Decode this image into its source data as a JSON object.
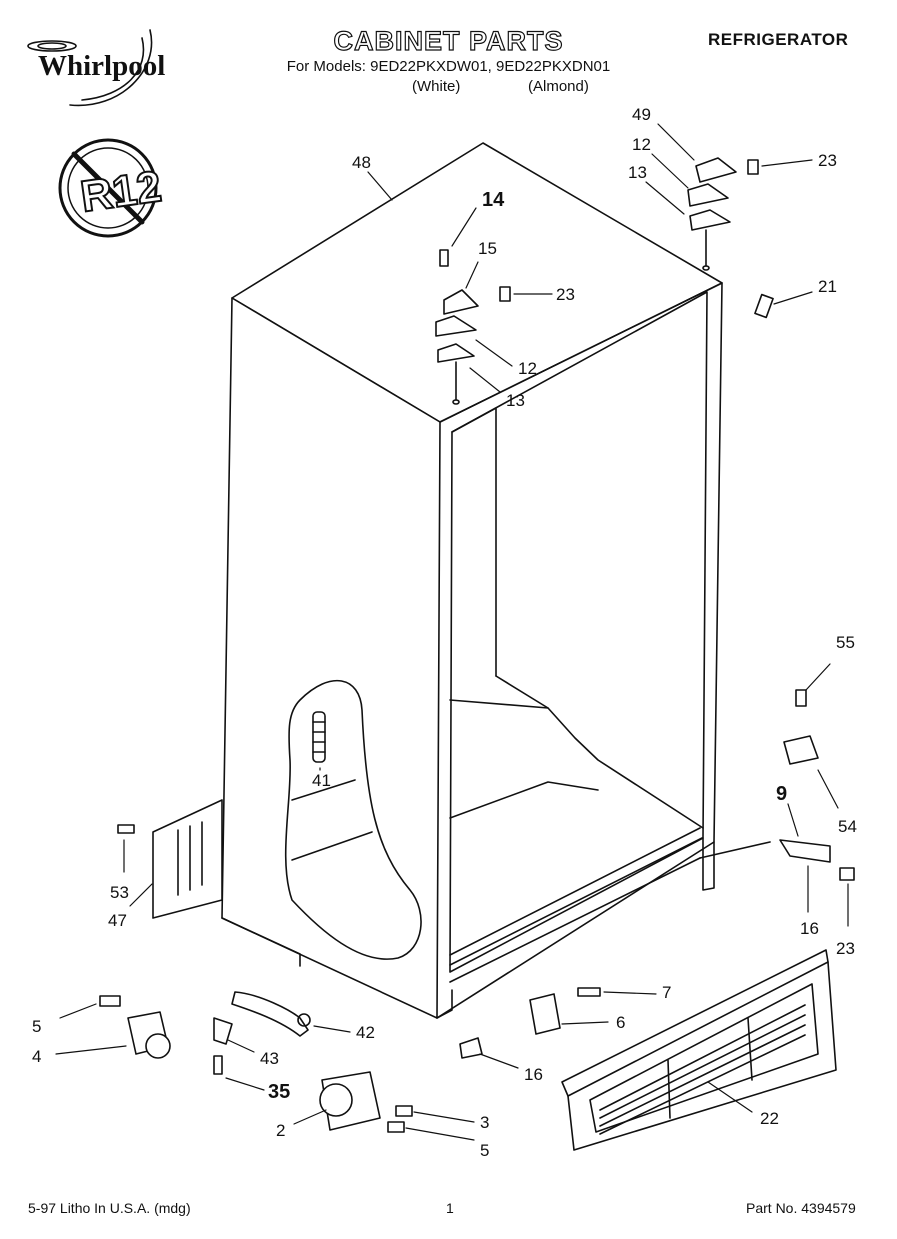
{
  "header": {
    "title": "CABINET PARTS",
    "models_line": "For Models: 9ED22PKXDW01, 9ED22PKXDN01",
    "variant_white": "(White)",
    "variant_almond": "(Almond)",
    "category": "REFRIGERATOR",
    "brand": "Whirlpool",
    "badge_text": "R12"
  },
  "footer": {
    "print_info": "5-97 Litho In U.S.A. (mdg)",
    "page_number": "1",
    "part_number": "Part No. 4394579"
  },
  "callouts": {
    "c49": "49",
    "c12a": "12",
    "c13a": "13",
    "c23a": "23",
    "c48": "48",
    "c14": "14",
    "c15": "15",
    "c23b": "23",
    "c21": "21",
    "c12b": "12",
    "c13b": "13",
    "c55": "55",
    "c41": "41",
    "c9": "9",
    "c54": "54",
    "c53": "53",
    "c47": "47",
    "c16a": "16",
    "c23c": "23",
    "c7": "7",
    "c5a": "5",
    "c6": "6",
    "c42": "42",
    "c4": "4",
    "c43": "43",
    "c16b": "16",
    "c35": "35",
    "c22": "22",
    "c3": "3",
    "c2": "2",
    "c5b": "5"
  }
}
